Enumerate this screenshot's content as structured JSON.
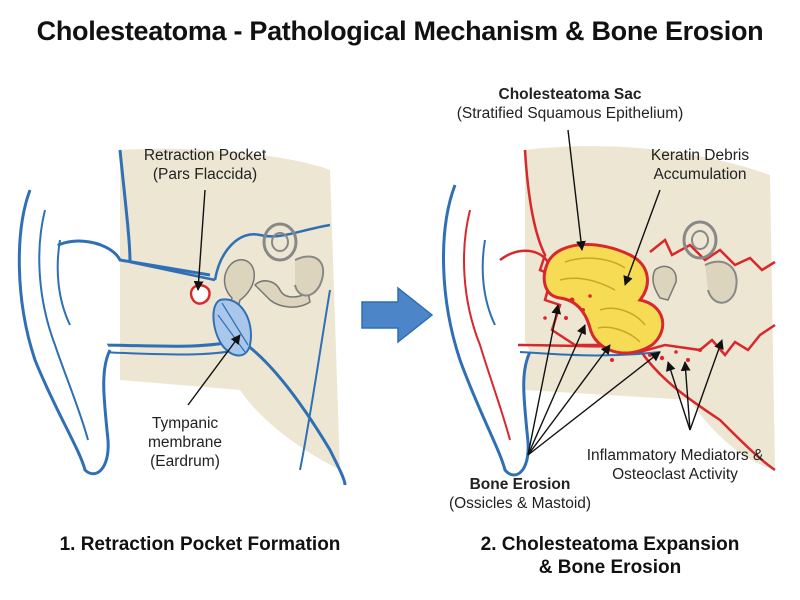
{
  "title": "Cholesteatoma - Pathological Mechanism & Bone Erosion",
  "left_panel": {
    "caption": "1. Retraction Pocket Formation",
    "labels": {
      "retraction_pocket": {
        "line1": "Retraction Pocket",
        "line2": "(Pars Flaccida)"
      },
      "tympanic_membrane": {
        "line1": "Tympanic",
        "line2": "membrane",
        "line3": "(Eardrum)"
      }
    }
  },
  "right_panel": {
    "caption_line1": "2. Cholesteatoma Expansion",
    "caption_line2": "& Bone Erosion",
    "labels": {
      "sac": {
        "title": "Cholesteatoma Sac",
        "subtitle": "(Stratified Squamous Epithelium)"
      },
      "keratin": {
        "line1": "Keratin Debris",
        "line2": "Accumulation"
      },
      "inflammatory": {
        "line1": "Inflammatory Mediators &",
        "line2": "Osteoclast Activity"
      },
      "bone_erosion": {
        "title": "Bone Erosion",
        "subtitle": "(Ossicles & Mastoid)"
      }
    }
  },
  "colors": {
    "outline_blue": "#2f6fb5",
    "fill_blue": "#a9c7ea",
    "bone_beige": "#ece6d3",
    "erosion_red": "#d8282c",
    "sac_yellow": "#f6dc55",
    "arrow_blue": "#4d85c9"
  }
}
